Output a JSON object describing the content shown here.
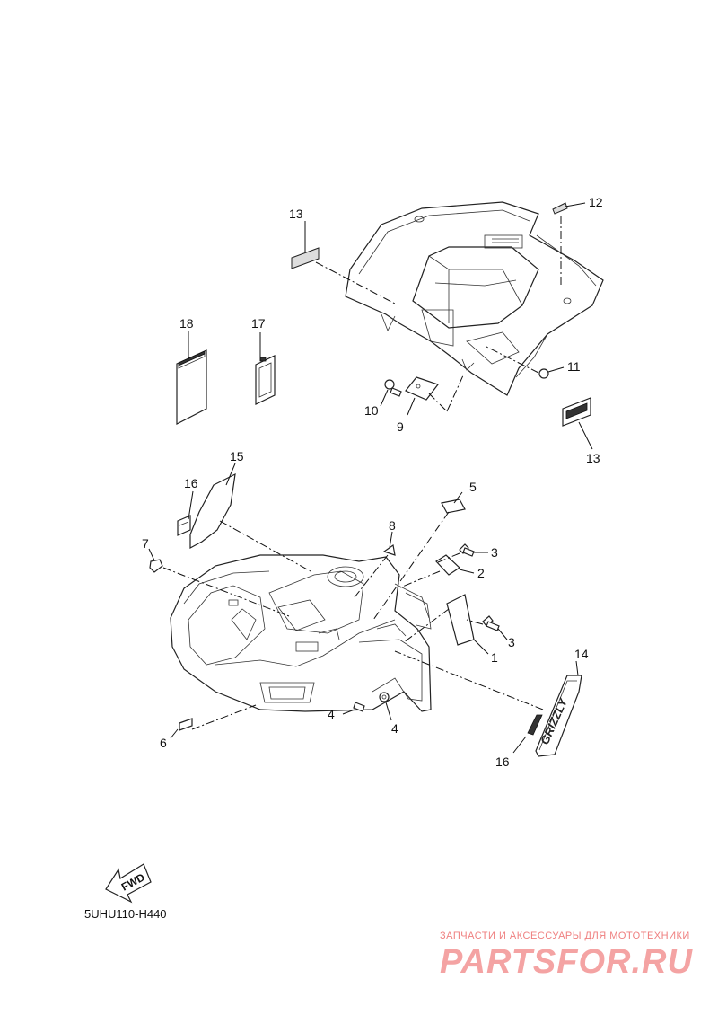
{
  "diagram": {
    "code": "5UHU110-H440",
    "fwd_label": "FWD",
    "watermark": {
      "line1": "ЗАПЧАСТИ И АКСЕССУАРЫ ДЛЯ МОТОТЕХНИКИ",
      "line2": "PARTSFOR.RU"
    },
    "callouts": {
      "c1": "1",
      "c2": "2",
      "c3a": "3",
      "c3b": "3",
      "c4a": "4",
      "c4b": "4",
      "c5": "5",
      "c6": "6",
      "c7": "7",
      "c8": "8",
      "c9": "9",
      "c10": "10",
      "c11": "11",
      "c12": "12",
      "c13a": "13",
      "c13b": "13",
      "c14": "14",
      "c15": "15",
      "c16a": "16",
      "c16b": "16",
      "c17": "17",
      "c18": "18"
    }
  }
}
